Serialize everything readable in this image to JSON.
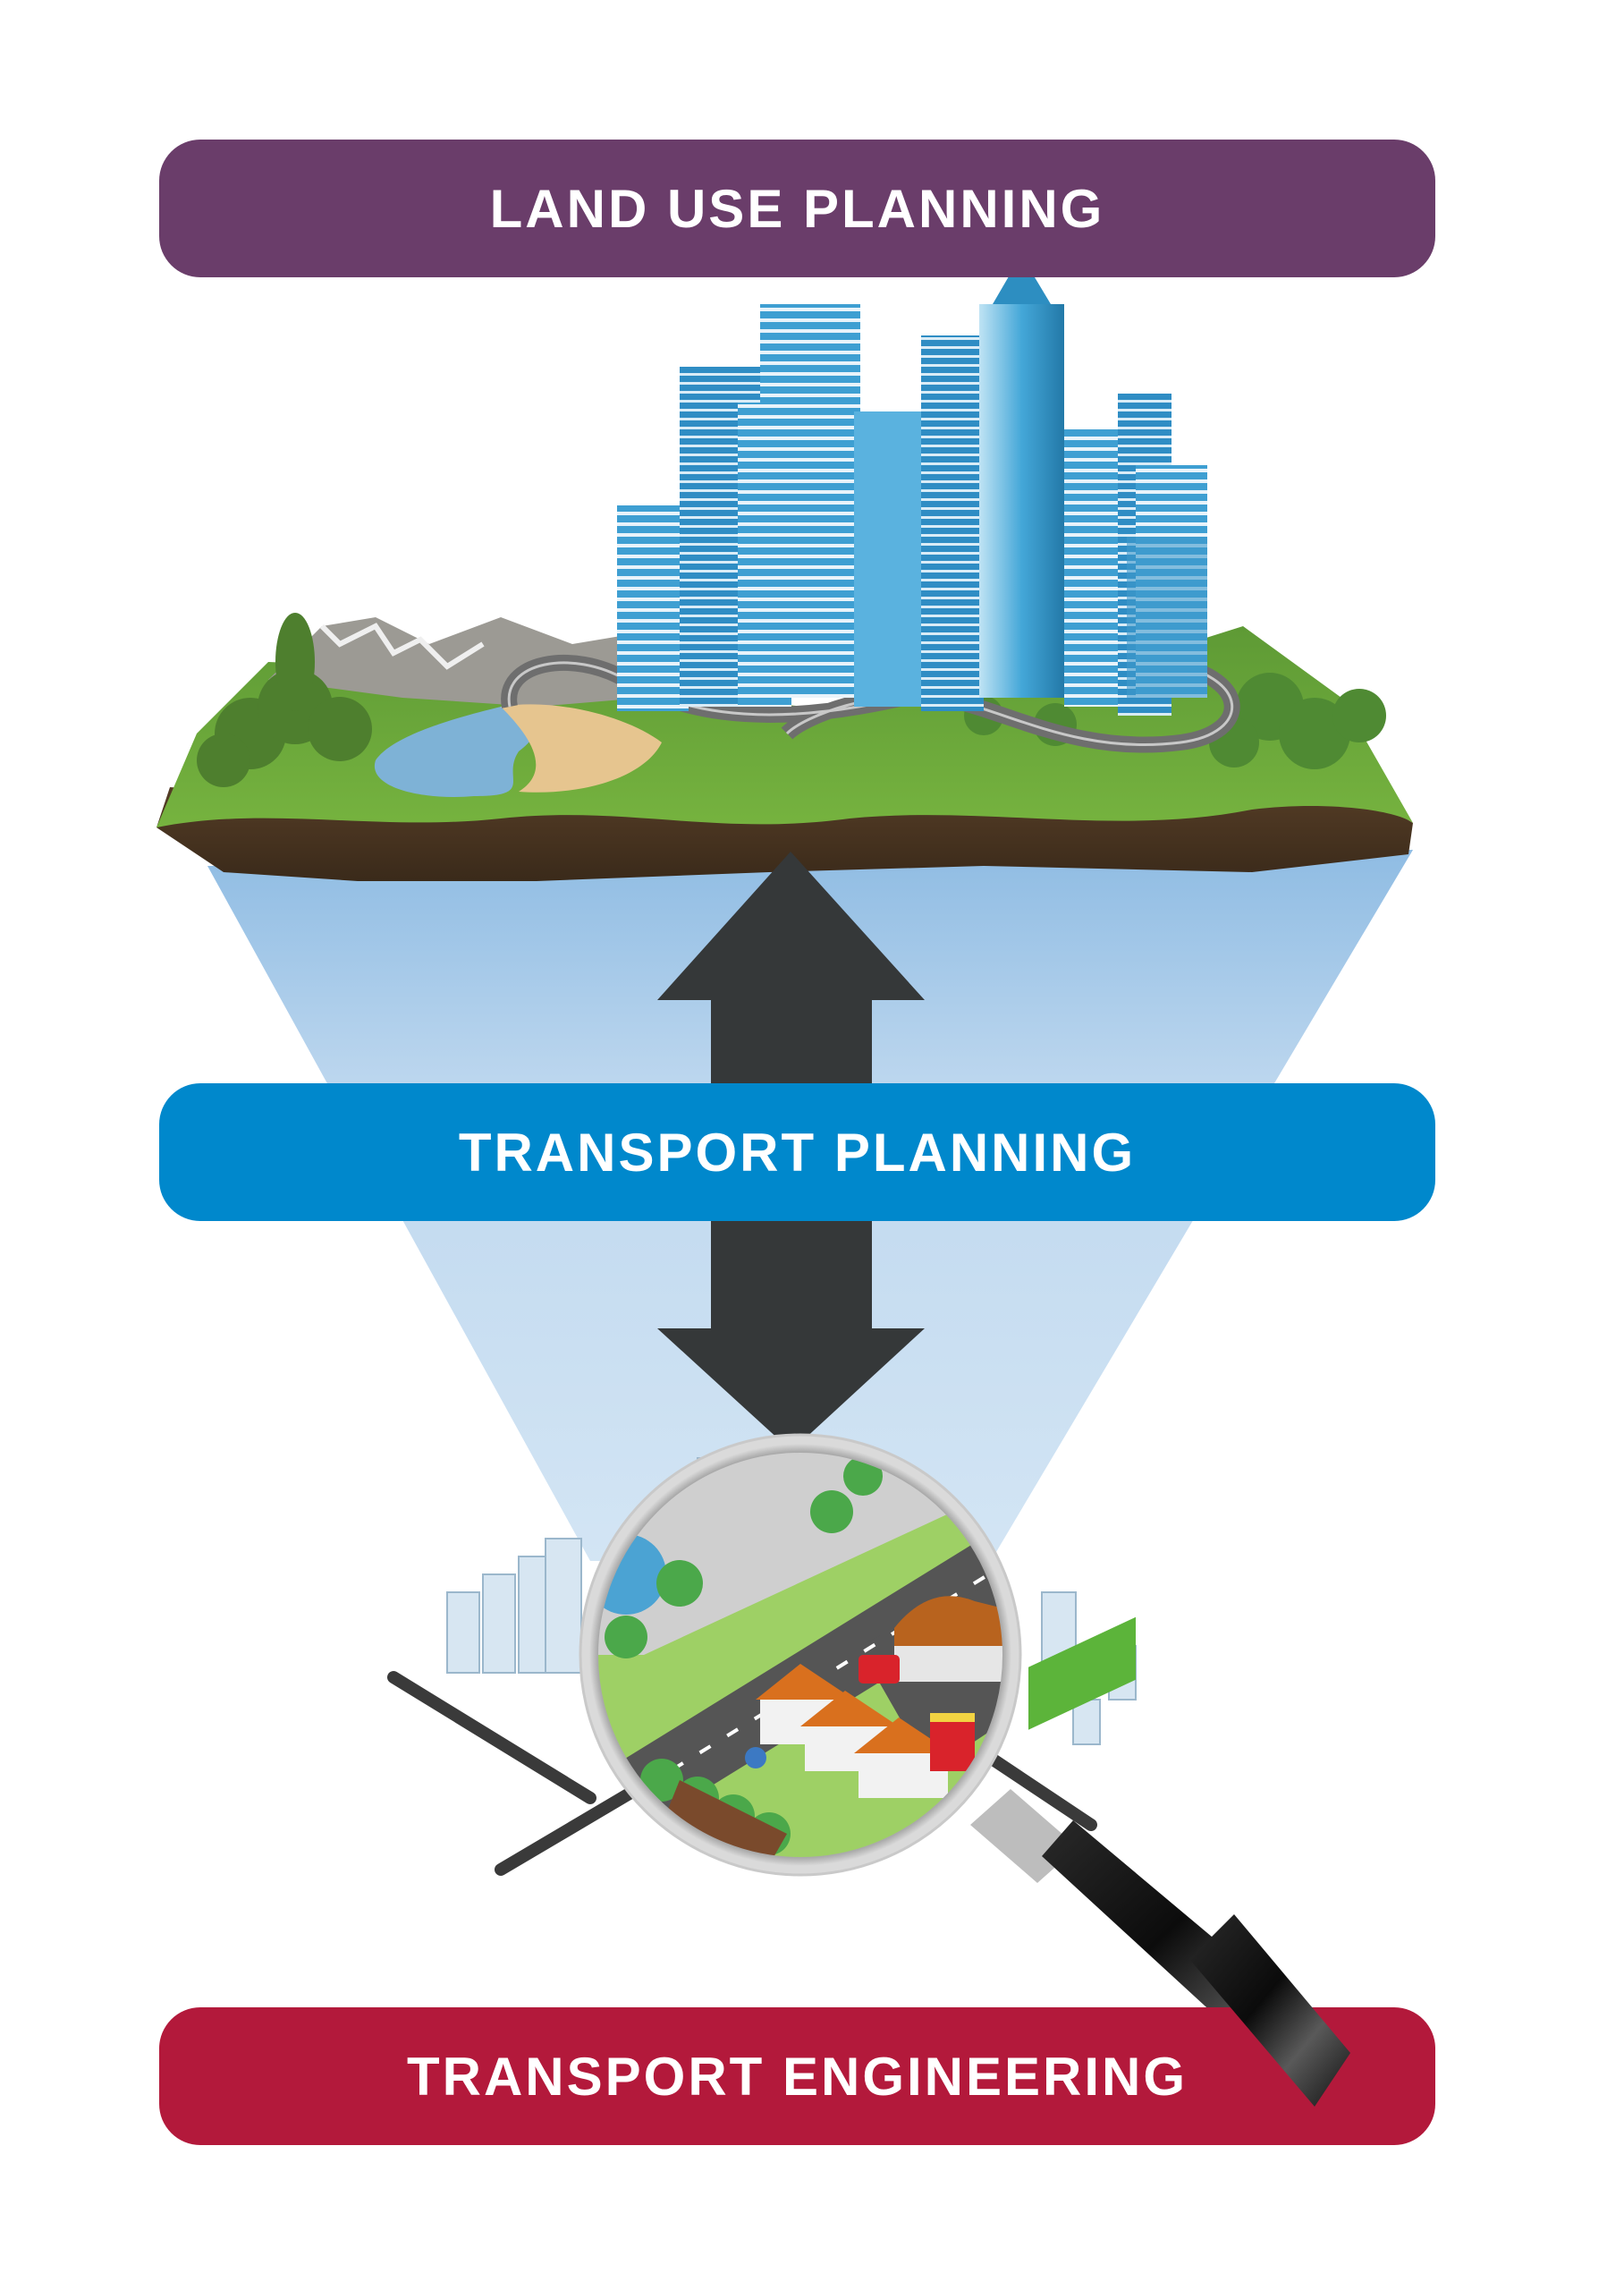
{
  "diagram": {
    "type": "hierarchy",
    "tiers": [
      {
        "id": "land-use",
        "label": "LAND USE PLANNING",
        "color": "#6A3D6A",
        "illustration": "3d-city-island-with-skyscrapers-and-highway"
      },
      {
        "id": "transport-planning",
        "label": "TRANSPORT PLANNING",
        "color": "#0088CC",
        "illustration": "none"
      },
      {
        "id": "transport-engineering",
        "label": "TRANSPORT ENGINEERING",
        "color": "#B3193B",
        "illustration": "magnifying-glass-over-isometric-town"
      }
    ],
    "connectors": [
      {
        "from": "transport-planning",
        "to": "land-use",
        "type": "arrow-up",
        "color": "#353839"
      },
      {
        "from": "transport-planning",
        "to": "transport-engineering",
        "type": "arrow-down",
        "color": "#353839"
      }
    ],
    "cone": {
      "color_top": "#8FBCE3",
      "color_bottom": "#D3E5F4"
    }
  },
  "labels": {
    "top": "LAND USE PLANNING",
    "middle": "TRANSPORT PLANNING",
    "bottom": "TRANSPORT ENGINEERING"
  }
}
